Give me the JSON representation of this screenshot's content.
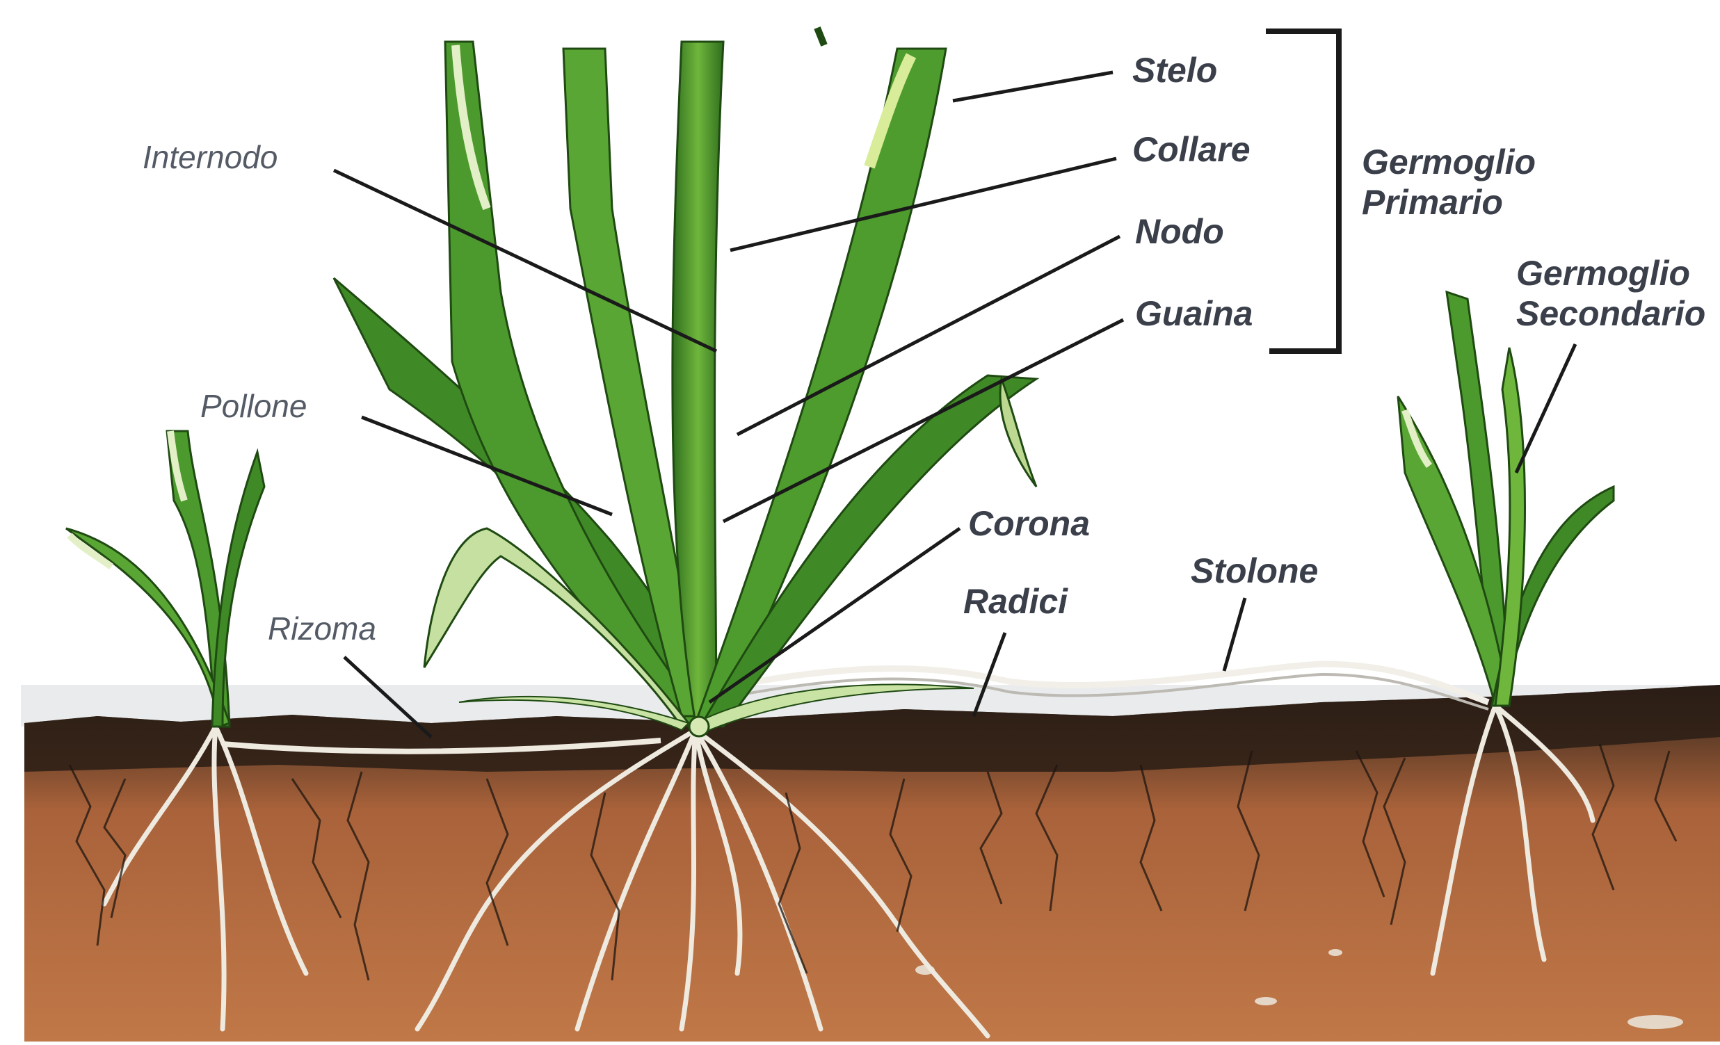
{
  "labels": {
    "stelo": "Stelo",
    "collare": "Collare",
    "nodo": "Nodo",
    "guaina": "Guaina",
    "germoglio_primario_1": "Germoglio",
    "germoglio_primario_2": "Primario",
    "germoglio_secondario_1": "Germoglio",
    "germoglio_secondario_2": "Secondario",
    "internodo": "Internodo",
    "pollone": "Pollone",
    "rizoma": "Rizoma",
    "corona": "Corona",
    "radici": "Radici",
    "stolone": "Stolone"
  },
  "colors": {
    "leaf_dark": "#2f6e1e",
    "leaf_mid": "#4f9a2c",
    "leaf_light": "#b7d98a",
    "soil_top": "#3b2a1f",
    "soil_body": "#b66a3e",
    "root": "#e7e3dc",
    "leader": "#1a1a1a"
  }
}
